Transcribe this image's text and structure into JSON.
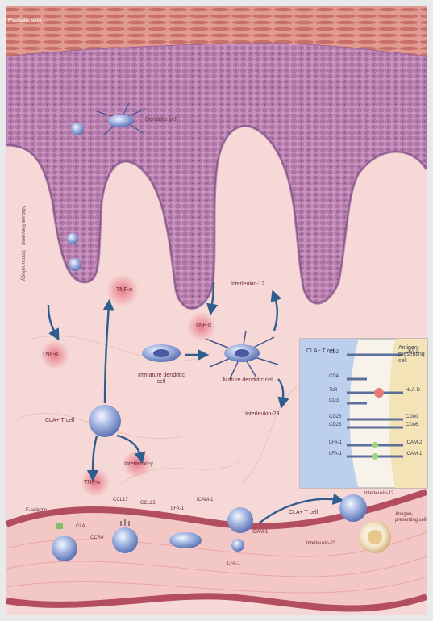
{
  "title": "Psoriatic skin",
  "side_text": "Nature Reviews | Immunology",
  "labels": {
    "dendritic_cell": "Dendritic cell",
    "tnf_left": "TNF-α",
    "tnf_center": "TNF-α",
    "tnf_mid": "TNF-α",
    "tnf_bottom": "TNF-α",
    "interleukin12_top": "Interleukin-12",
    "immature_dendritic": "Immature dendritic cell",
    "mature_dendritic": "Mature dendritic cell",
    "interleukin23_mid": "Interleukin-23",
    "cla_t_cell_left": "CLA+ T cell",
    "interferon": "Interferon-γ",
    "e_selectin": "E-selectin",
    "cla": "CLA",
    "ccl17": "CCL17",
    "ccl22": "CCL22",
    "ccr4": "CCR4",
    "lfa1_a": "LFA-1",
    "icam1_a": "ICAM-1",
    "icam1_b": "ICAM-1",
    "lfa1_b": "LFA-1",
    "cla_t_cell_bottom": "CLA+ T cell",
    "interleukin12_bottom": "Interleukin-12",
    "interleukin23_bottom": "Interleukin-23",
    "apc_bottom": "Antigen-presenting cell"
  },
  "inset": {
    "cla_t_cell": "CLA+ T cell",
    "apc": "Antigen-presenting cell",
    "rows": [
      {
        "left": "CD2",
        "right": "LFA-3"
      },
      {
        "left": "CD4",
        "right": ""
      },
      {
        "left": "TcR",
        "right": "HLA-D"
      },
      {
        "left": "CD3",
        "right": ""
      },
      {
        "left": "CD28",
        "right": "CD80"
      },
      {
        "left": "CD28",
        "right": "CD86"
      },
      {
        "left": "LFA-1",
        "right": "ICAM-2"
      },
      {
        "left": "LFA-1",
        "right": "ICAM-1"
      }
    ]
  },
  "colors": {
    "dermis": "#f6d6d3",
    "epidermis": "#c28bb9",
    "stratum_corneum": "#d7877f",
    "vessel": "#c45d6a",
    "t_cell": "#8fa6d8",
    "arrow": "#2f5e8e"
  }
}
